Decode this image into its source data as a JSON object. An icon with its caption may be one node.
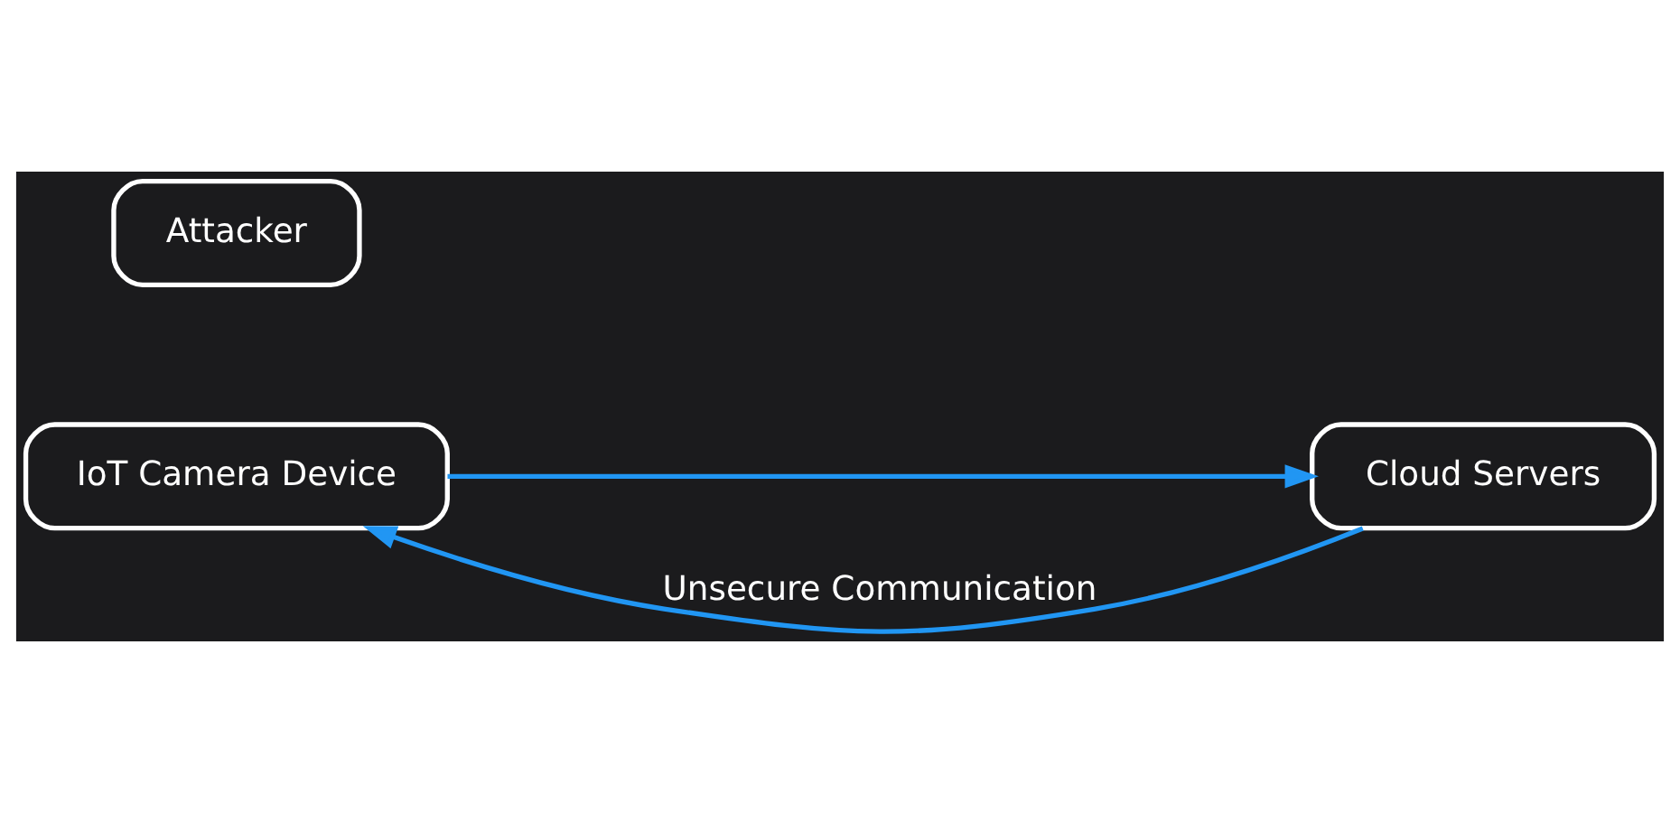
{
  "diagram": {
    "nodes": [
      {
        "text": [
          "IoT Camera Device"
        ]
      },
      {
        "text": [
          "Cloud Servers"
        ]
      },
      {
        "text": [
          "Attacker"
        ]
      }
    ],
    "edges": [
      {
        "from": 1,
        "to": 0,
        "arrow": "to",
        "label": "Unsecure Communication"
      },
      {
        "from": 0,
        "to": 1,
        "arrow": "to"
      }
    ]
  }
}
